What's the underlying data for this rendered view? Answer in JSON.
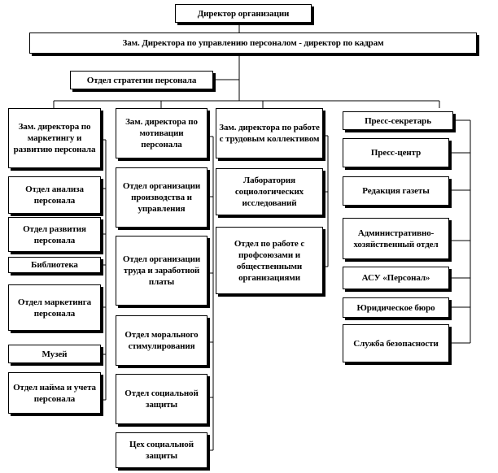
{
  "chart_data": {
    "type": "org-chart",
    "title": "Директор организации",
    "deputy_hr": "Зам. Директора по управлению персоналом - директор по кадрам",
    "strategy_dept": "Отдел  стратегии персонала",
    "columns": [
      {
        "head": "Зам. директора по маркетингу и развитию персонала",
        "items": [
          "Отдел анализа персонала",
          "Отдел  развития персонала",
          "Библиотека",
          "Отдел маркетинга персонала",
          "Музей",
          "Отдел  найма и учета персонала"
        ]
      },
      {
        "head": "Зам. директора по мотивации персонала",
        "items": [
          "Отдел организации производства и управления",
          "Отдел организации труда и заработной платы",
          "Отдел морального стимулирования",
          "Отдел социальной защиты",
          "Цех  социальной защиты"
        ]
      },
      {
        "head": "Зам. директора по работе с трудовым коллективом",
        "items": [
          "Лаборатория социологических исследований",
          "Отдел  по работе с профсоюзами и общественными организациями"
        ]
      },
      {
        "head": "Пресс-секретарь",
        "items": [
          "Пресс-центр",
          "Редакция  газеты",
          "Административно-хозяйственный отдел",
          "АСУ «Персонал»",
          "Юридическое бюро",
          "Служба безопасности"
        ]
      }
    ]
  }
}
